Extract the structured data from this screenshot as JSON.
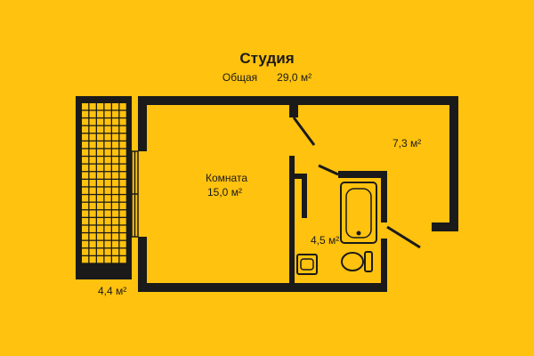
{
  "plan": {
    "title": "Студия",
    "total_label": "Общая",
    "total_value": "29,0 м²",
    "rooms": {
      "room": {
        "name": "Комната",
        "area": "15,0 м²"
      },
      "hall": {
        "area": "7,3 м²"
      },
      "bathroom": {
        "area": "4,5 м²"
      },
      "balcony": {
        "area": "4,4 м²"
      }
    }
  },
  "colors": {
    "background": "#FFC20E",
    "walls": "#1a1a1a",
    "balcony_hatch": "#1a1a1a"
  }
}
